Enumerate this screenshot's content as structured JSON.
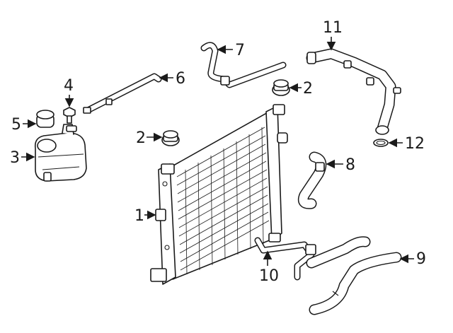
{
  "callouts": [
    {
      "id": "c1",
      "label": "1"
    },
    {
      "id": "c2a",
      "label": "2"
    },
    {
      "id": "c2b",
      "label": "2"
    },
    {
      "id": "c3",
      "label": "3"
    },
    {
      "id": "c4",
      "label": "4"
    },
    {
      "id": "c5",
      "label": "5"
    },
    {
      "id": "c6",
      "label": "6"
    },
    {
      "id": "c7",
      "label": "7"
    },
    {
      "id": "c8",
      "label": "8"
    },
    {
      "id": "c9",
      "label": "9"
    },
    {
      "id": "c10",
      "label": "10"
    },
    {
      "id": "c11",
      "label": "11"
    },
    {
      "id": "c12",
      "label": "12"
    }
  ]
}
